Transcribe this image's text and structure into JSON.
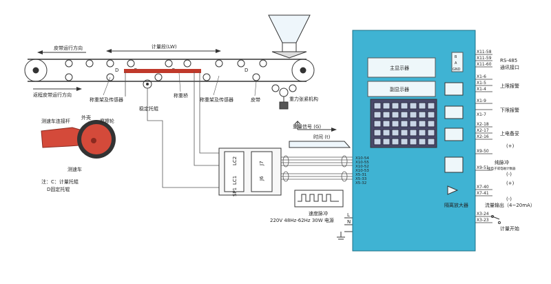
{
  "belt": {
    "belt_run_dir": "皮带运行方向",
    "return_belt_dir": "返程皮带运行方向",
    "weigh_section": "计量段(LW)",
    "weigh_frame_sensor_left": "称重架及传感器",
    "weigh_frame_sensor_right": "称重架及传感器",
    "weigh_bridge": "称重桥",
    "stable_idler": "稳定托辊",
    "belt": "皮带",
    "gravity_tension": "重力张紧机构",
    "idler_c": "C",
    "idler_d": "D"
  },
  "speed_car": {
    "connect_rod": "测速车连接杆",
    "shell": "外壳",
    "friction_wheel": "摩擦轮",
    "title": "测速车",
    "note_line1": "注：C：计量托辊",
    "note_line2": "D固定托辊"
  },
  "junction": {
    "lc2": "LC2",
    "lc1": "LC1",
    "j7": "J7",
    "j6": "J6",
    "sp1": "SP1"
  },
  "signals": {
    "weight_signal": "重量信号 (G)",
    "time": "时间 (t)",
    "speed_pulse": "速度脉冲",
    "power": "220V 48Hz-62Hz   30W 电源",
    "L": "L",
    "N": "N"
  },
  "controller": {
    "main_display": "主显示器",
    "sub_display": "副显示器",
    "rs485_pins": [
      "B",
      "A",
      "GND"
    ]
  },
  "terminals": {
    "t1": "X11-58",
    "t2": "X11-59",
    "t3": "X11-60",
    "t4": "X1-6",
    "t5": "X1-5",
    "t6": "X1-4",
    "t7": "X1-9",
    "t8": "X1-7",
    "t9": "X2-18",
    "t10": "X2-17",
    "t11": "X2-16",
    "t12": "X9-50",
    "t13": "X9-51",
    "t14": "X7-40",
    "t15": "X7-41",
    "t16": "X3-24",
    "t17": "X3-23",
    "in1": "X10-54",
    "in2": "X10-55",
    "in3": "X10-52",
    "in4": "X10-53",
    "in5": "X5-31",
    "in6": "X5-33",
    "in7": "X5-32"
  },
  "outputs": {
    "rs485": "RS-485",
    "comm": "通讯接口",
    "upper_alarm": "上限报警",
    "lower_alarm": "下限报警",
    "power_ready": "上电备妥",
    "plus1": "(+)",
    "pulse": "纯脉冲",
    "pulse_sub": "接电子或电磁计数器",
    "minus1": "(-)",
    "plus2": "(+)",
    "iso_amp": "隔离放大器",
    "flow_out": "流量输出（4~20mA）",
    "minus2": "(-)",
    "start": "计量开始"
  },
  "colors": {
    "controller_fill": "#3fb3d3",
    "weigh_bridge": "#c0392b",
    "speed_car": "#d44a3a"
  }
}
